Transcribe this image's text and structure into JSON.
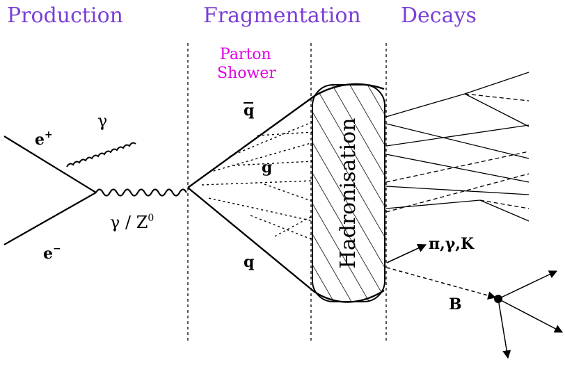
{
  "colors": {
    "stage_heading": "#7b3fd6",
    "parton_shower": "#e100e1",
    "line": "#000000",
    "background": "#ffffff"
  },
  "stages": {
    "production": "Production",
    "fragmentation": "Fragmentation",
    "decays": "Decays"
  },
  "parton_shower": {
    "line1": "Parton",
    "line2": "Shower"
  },
  "particles": {
    "positron": "e",
    "positron_sup": "+",
    "electron": "e",
    "electron_sup": "−",
    "photon": "γ",
    "boson_prefix": "γ / Z",
    "boson_sup": "0",
    "antiquark": "q",
    "gluon": "g",
    "quark": "q",
    "hadrons": "π,γ,K",
    "b_meson": "B"
  },
  "hadronisation": "Hadronisation"
}
